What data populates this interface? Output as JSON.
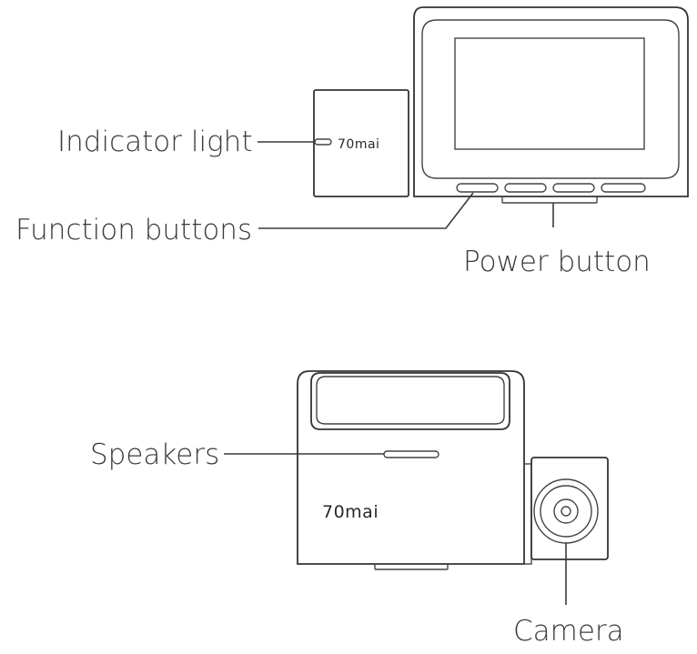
{
  "labels": {
    "indicator_light": "Indicator light",
    "function_buttons": "Function buttons",
    "power_button": "Power button",
    "speakers": "Speakers",
    "camera": "Camera"
  },
  "brand": {
    "top_logo": "70mai",
    "bottom_logo": "70mai"
  },
  "colors": {
    "line": "#3a3a3a",
    "background": "#ffffff"
  }
}
